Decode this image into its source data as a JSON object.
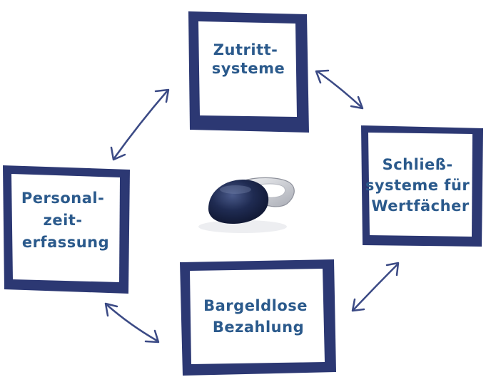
{
  "colors": {
    "frame": "#2c3873",
    "text": "#2b5a8c",
    "arrow": "#3b4a85",
    "keyfob_body": "#1e2a4f",
    "keyfob_ring": "#c9cbd1"
  },
  "center": {
    "icon": "key-fob-transponder"
  },
  "boxes": {
    "zutritt": {
      "lines": [
        "Zutritt-",
        "systeme"
      ]
    },
    "schliess": {
      "lines": [
        "Schließ-",
        "systeme für",
        "Wertfächer"
      ]
    },
    "bargeld": {
      "lines": [
        "Bargeldlose",
        "Bezahlung"
      ]
    },
    "personal": {
      "lines": [
        "Personal-",
        "zeit-",
        "erfassung"
      ]
    }
  },
  "arrows": [
    "double-arrow",
    "double-arrow",
    "double-arrow",
    "double-arrow"
  ]
}
